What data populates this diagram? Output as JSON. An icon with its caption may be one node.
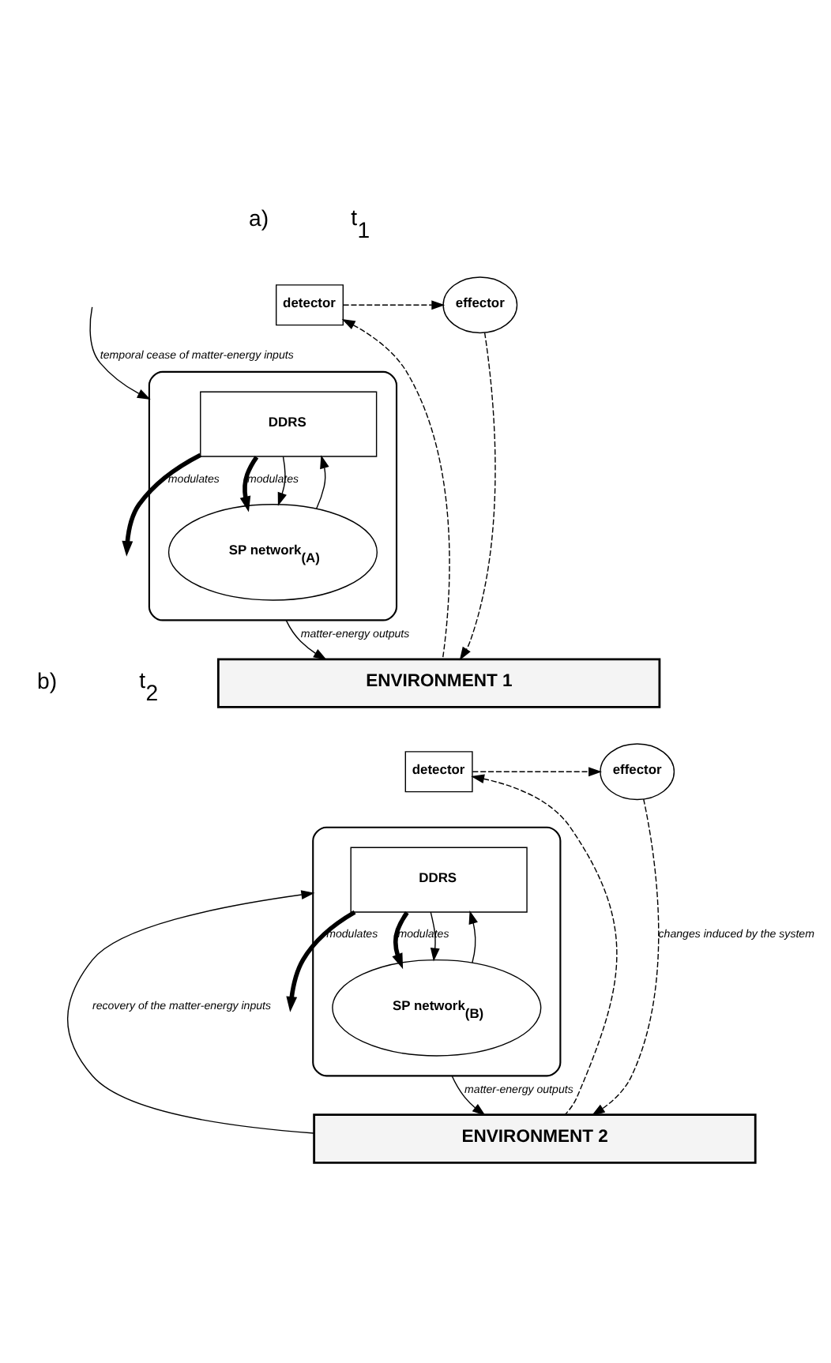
{
  "diagram": {
    "nodes": [
      {
        "text": [
          "detector"
        ]
      },
      {
        "text": [
          "effector"
        ]
      },
      {
        "text": [],
        "shape": "box"
      },
      {
        "text": [
          "DDRS"
        ],
        "in": 2
      },
      {
        "text": [
          "SP network$_{(A)}$"
        ],
        "in": 2
      },
      {
        "text": [
          "ENVIRONMENT 1"
        ]
      },
      {
        "text": [
          "detector"
        ]
      },
      {
        "text": [
          "effector"
        ]
      },
      {
        "text": [],
        "shape": "box"
      },
      {
        "text": [
          "DDRS"
        ],
        "in": 8
      },
      {
        "text": [
          "SP network$_{(B)}$"
        ],
        "in": 8
      },
      {
        "text": [
          "ENVIRONMENT 2"
        ]
      }
    ],
    "edges": [
      {
        "from": 5,
        "to": 0,
        "arrow": "to",
        "style": "dashed"
      },
      {
        "from": 0,
        "to": 1,
        "arrow": "to",
        "style": "dashed"
      },
      {
        "from": 1,
        "to": 5,
        "arrow": "to",
        "style": "dashed"
      },
      {
        "from": 3,
        "to": null,
        "arrow": "to",
        "style": "thick",
        "label": "modulates"
      },
      {
        "from": 3,
        "to": 4,
        "arrow": "to",
        "style": "thick",
        "label": "modulates"
      },
      {
        "from": 4,
        "to": 3,
        "arrow": "to"
      },
      {
        "from": 3,
        "to": 4,
        "arrow": "to"
      },
      {
        "from": null,
        "to": 2,
        "arrow": "to",
        "label": "temporal cease of matter-energy inputs"
      },
      {
        "from": 2,
        "to": 5,
        "arrow": "to",
        "label": "matter-energy outputs"
      },
      {
        "from": 11,
        "to": 6,
        "arrow": "to",
        "style": "dashed"
      },
      {
        "from": 6,
        "to": 7,
        "arrow": "to",
        "style": "dashed"
      },
      {
        "from": 7,
        "to": 11,
        "arrow": "to",
        "style": "dashed",
        "label": "changes induced by the system"
      },
      {
        "from": 9,
        "to": null,
        "arrow": "to",
        "style": "thick",
        "label": "modulates"
      },
      {
        "from": 9,
        "to": 10,
        "arrow": "to",
        "style": "thick",
        "label": "modulates"
      },
      {
        "from": 10,
        "to": 9,
        "arrow": "to"
      },
      {
        "from": 9,
        "to": 10,
        "arrow": "to"
      },
      {
        "from": 11,
        "to": 8,
        "arrow": "to",
        "label": "recovery of the matter-energy inputs"
      },
      {
        "from": 8,
        "to": 11,
        "arrow": "to",
        "label": "matter-energy outputs"
      }
    ],
    "labels": [
      "a)",
      "t$_{1}$",
      "b)",
      "t$_{2}$"
    ]
  }
}
